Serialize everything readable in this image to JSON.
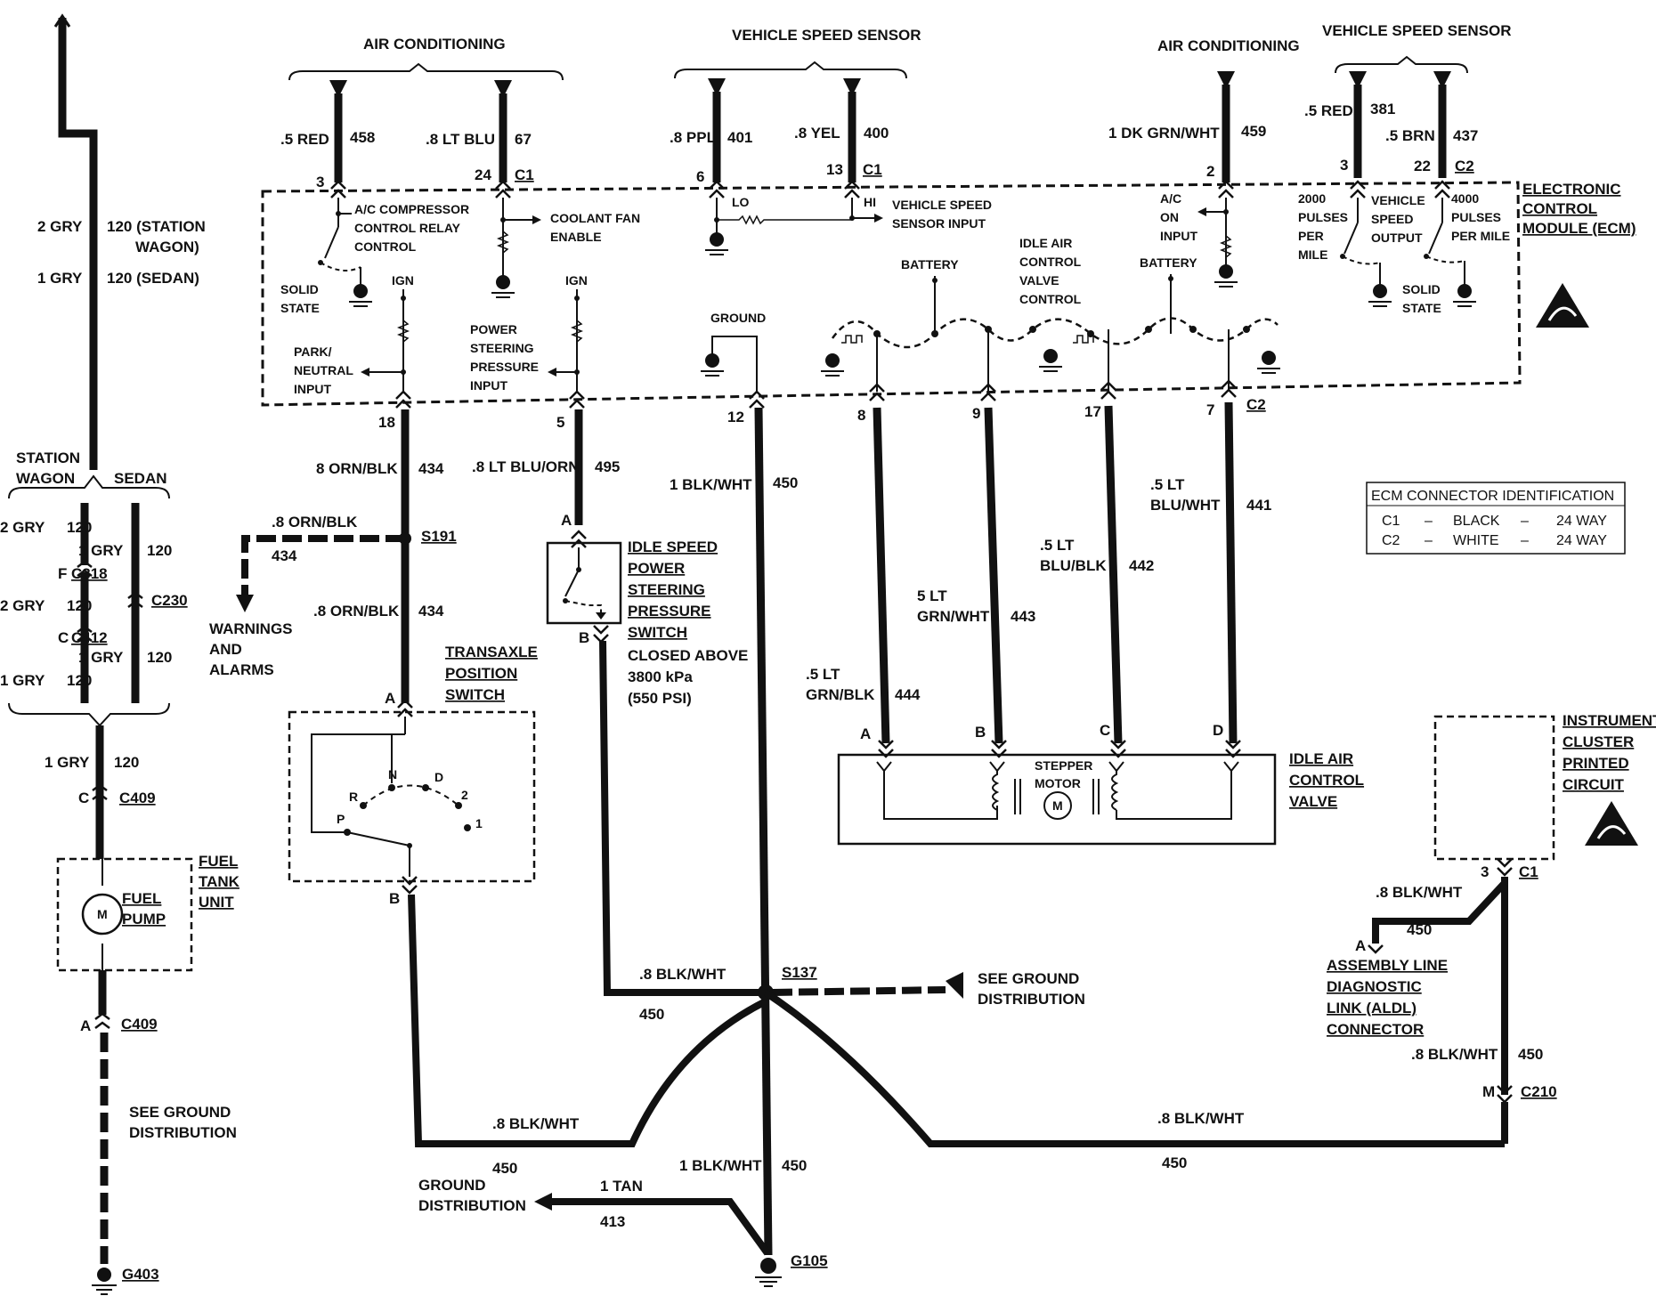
{
  "headers": {
    "ac_left": "AIR CONDITIONING",
    "vss_left": "VEHICLE SPEED SENSOR",
    "ac_right": "AIR CONDITIONING",
    "vss_right": "VEHICLE SPEED SENSOR"
  },
  "left": {
    "wire_sw": "2 GRY",
    "circ_sw": "120 (STATION",
    "wagon": "WAGON)",
    "wire_sedan": "1 GRY",
    "circ_sedan": "120 (SEDAN)",
    "station": "STATION",
    "wagon2": "WAGON",
    "sedan": "SEDAN",
    "a_wire1": "2 GRY",
    "a_circ1": "120",
    "c318_pin": "F",
    "c318": "C318",
    "a_wire2": "2 GRY",
    "a_circ2": "120",
    "c412_pin": "C",
    "c412": "C412",
    "a_wire3": "1 GRY",
    "a_circ3": "120",
    "b_wire1": "1 GRY",
    "b_circ1": "120",
    "c230": "C230",
    "b_wire2": "1 GRY",
    "b_circ2": "120",
    "bot_wire": "1 GRY",
    "bot_circ": "120",
    "c409_pin": "C",
    "c409": "C409",
    "fuel_tank": [
      "FUEL",
      "TANK",
      "UNIT"
    ],
    "fuel_pump": [
      "FUEL",
      "PUMP"
    ],
    "motor": "M",
    "c409b_pin": "A",
    "c409b": "C409",
    "see_ground": [
      "SEE GROUND",
      "DISTRIBUTION"
    ],
    "g403": "G403"
  },
  "ecm_pins_top": {
    "w458": ".5 RED",
    "c458": "458",
    "p3": "3",
    "w67": ".8 LT BLU",
    "c67": "67",
    "p24": "24",
    "c1a": "C1",
    "w401": ".8 PPL",
    "c401": "401",
    "p6": "6",
    "w400": ".8 YEL",
    "c400": "400",
    "p13": "13",
    "c1b": "C1",
    "w459": "1 DK GRN/WHT",
    "c459": "459",
    "p2": "2",
    "w381": ".5 RED",
    "c381": "381",
    "p3b": "3",
    "w437": ".5 BRN",
    "c437": "437",
    "p22": "22",
    "c2a": "C2"
  },
  "ecm_internal": {
    "ac_relay": [
      "A/C COMPRESSOR",
      "CONTROL RELAY",
      "CONTROL"
    ],
    "coolant": [
      "COOLANT FAN",
      "ENABLE"
    ],
    "solid_state_a": [
      "SOLID",
      "STATE"
    ],
    "lo": "LO",
    "hi": "HI",
    "vss_input": [
      "VEHICLE SPEED",
      "SENSOR INPUT"
    ],
    "ac_on": [
      "A/C",
      "ON",
      "INPUT"
    ],
    "p2000": [
      "2000",
      "PULSES",
      "PER",
      "MILE"
    ],
    "vss_output": [
      "VEHICLE",
      "SPEED",
      "OUTPUT"
    ],
    "p4000": [
      "4000",
      "PULSES",
      "PER MILE"
    ],
    "solid_state_b": [
      "SOLID",
      "STATE"
    ],
    "ign1": "IGN",
    "ign2": "IGN",
    "park": [
      "PARK/",
      "NEUTRAL",
      "INPUT"
    ],
    "ps": [
      "POWER",
      "STEERING",
      "PRESSURE",
      "INPUT"
    ],
    "ground": "GROUND",
    "battery1": "BATTERY",
    "iac_ctrl": [
      "IDLE AIR",
      "CONTROL",
      "VALVE",
      "CONTROL"
    ],
    "battery2": "BATTERY",
    "ecm_label": [
      "ELECTRONIC",
      "CONTROL",
      "MODULE (ECM)"
    ]
  },
  "ecm_pins_bottom": {
    "p18": "18",
    "p5": "5",
    "p12": "12",
    "p8": "8",
    "p9": "9",
    "p17": "17",
    "p7": "7",
    "c2b": "C2"
  },
  "mid": {
    "w434a": "8 ORN/BLK",
    "c434a": "434",
    "w495": ".8 LT BLU/ORN",
    "c495": "495",
    "w450a": "1 BLK/WHT",
    "c450a": "450",
    "w434b": ".8 ORN/BLK",
    "c434b": "434",
    "s191": "S191",
    "w434c": ".8 ORN/BLK",
    "c434c": "434",
    "warnings": [
      "WARNINGS",
      "AND",
      "ALARMS"
    ],
    "pin_a_idle": "A",
    "pin_b_idle": "B",
    "idle_switch": [
      "IDLE SPEED",
      "POWER",
      "STEERING",
      "PRESSURE",
      "SWITCH"
    ],
    "closed_above": [
      "CLOSED ABOVE",
      "3800 kPa",
      "(550 PSI)"
    ],
    "transaxle": [
      "TRANSAXLE",
      "POSITION",
      "SWITCH"
    ],
    "pin_a_tx": "A",
    "pin_b_tx": "B",
    "gears": {
      "n": "N",
      "d": "D",
      "r": "R",
      "two": "2",
      "p": "P",
      "one": "1"
    }
  },
  "iac": {
    "w441": ".5 LT",
    "w441b": "BLU/WHT",
    "c441": "441",
    "w442": ".5 LT",
    "w442b": "BLU/BLK",
    "c442": "442",
    "w443": "5 LT",
    "w443b": "GRN/WHT",
    "c443": "443",
    "w444": ".5 LT",
    "w444b": "GRN/BLK",
    "c444": "444",
    "pa": "A",
    "pb": "B",
    "pc": "C",
    "pd": "D",
    "stepper": [
      "STEPPER",
      "MOTOR"
    ],
    "motor": "M",
    "label": [
      "IDLE AIR",
      "CONTROL",
      "VALVE"
    ]
  },
  "ecm_conn": {
    "title": "ECM CONNECTOR IDENTIFICATION",
    "rows": [
      {
        "c": "C1",
        "d1": "–",
        "color": "BLACK",
        "d2": "–",
        "way": "24 WAY"
      },
      {
        "c": "C2",
        "d1": "–",
        "color": "WHITE",
        "d2": "–",
        "way": "24 WAY"
      }
    ]
  },
  "cluster": {
    "label": [
      "INSTRUMENT",
      "CLUSTER",
      "PRINTED",
      "CIRCUIT"
    ],
    "pin3": "3",
    "c1": "C1",
    "w450": ".8 BLK/WHT",
    "c450": "450",
    "aldl_pin": "A",
    "aldl": [
      "ASSEMBLY LINE",
      "DIAGNOSTIC",
      "LINK (ALDL)",
      "CONNECTOR"
    ],
    "w450b": ".8 BLK/WHT",
    "c450b": "450",
    "m_pin": "M",
    "c210": "C210"
  },
  "ground_net": {
    "s137": "S137",
    "w450_idle": ".8 BLK/WHT",
    "c450_idle": "450",
    "see_ground": [
      "SEE GROUND",
      "DISTRIBUTION"
    ],
    "w450_tx": ".8 BLK/WHT",
    "c450_tx": "450",
    "w450_mid": "1 BLK/WHT",
    "c450_mid": "450",
    "w450_r": ".8 BLK/WHT",
    "c450_r": "450",
    "ground_dist": [
      "GROUND",
      "DISTRIBUTION"
    ],
    "w413": "1 TAN",
    "c413": "413",
    "g105": "G105"
  }
}
